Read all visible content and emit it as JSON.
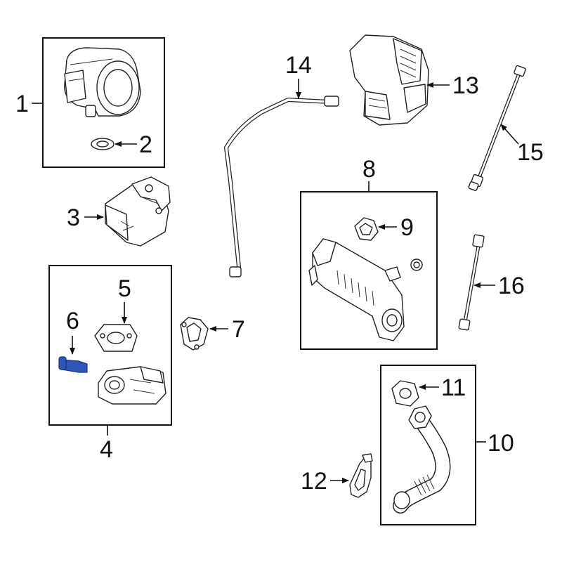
{
  "callouts": {
    "c1": "1",
    "c2": "2",
    "c3": "3",
    "c4": "4",
    "c5": "5",
    "c6": "6",
    "c7": "7",
    "c8": "8",
    "c9": "9",
    "c10": "10",
    "c11": "11",
    "c12": "12",
    "c13": "13",
    "c14": "14",
    "c15": "15",
    "c16": "16"
  },
  "colors": {
    "line": "#111111",
    "highlight_part": "#2f55b8"
  }
}
